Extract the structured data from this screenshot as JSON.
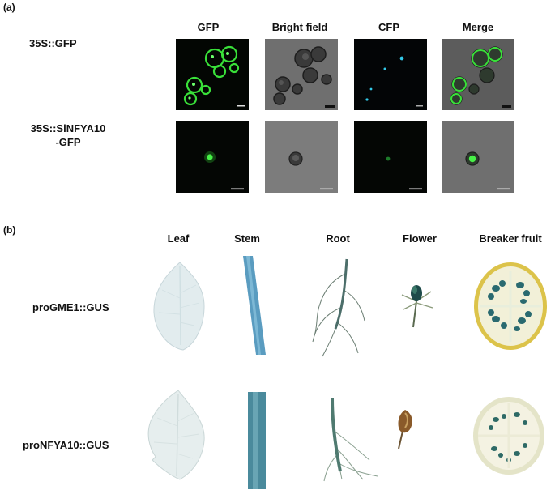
{
  "panel_a": {
    "letter": "(a)",
    "columns": [
      "GFP",
      "Bright field",
      "CFP",
      "Merge"
    ],
    "rows": [
      {
        "label": "35S::GFP"
      },
      {
        "label_line1": "35S::SlNFYA10",
        "label_line2": "-GFP"
      }
    ]
  },
  "panel_b": {
    "letter": "(b)",
    "columns": [
      "Leaf",
      "Stem",
      "Root",
      "Flower",
      "Breaker fruit"
    ],
    "rows": [
      {
        "label": "proGME1::GUS"
      },
      {
        "label": "proNFYA10::GUS"
      }
    ]
  },
  "colors": {
    "gfp_green": "#39e039",
    "cfp_cyan": "#33c9e8",
    "gus_blue": "#3f8a9c",
    "bright_field_gray": "#6d6d6d"
  }
}
